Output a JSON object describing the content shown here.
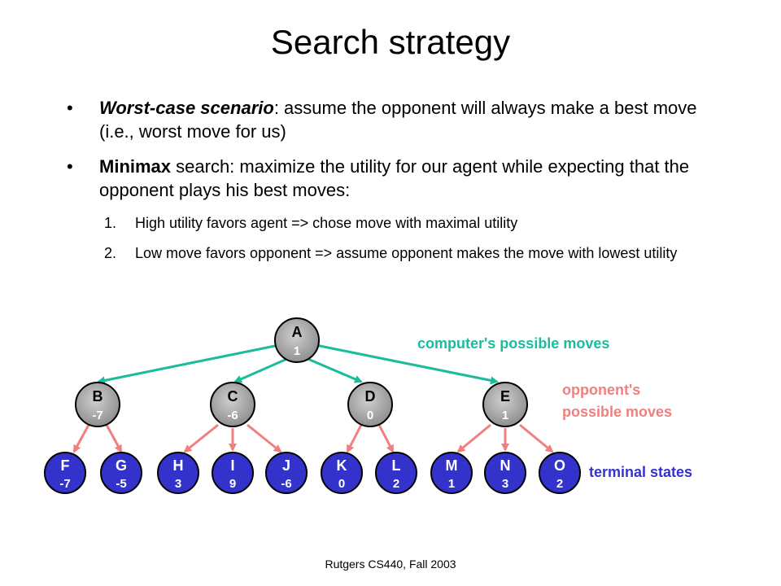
{
  "slide": {
    "title": "Search strategy",
    "bullets": [
      {
        "bold": "Worst-case scenario",
        "italic": true,
        "rest": ": assume the opponent will always make a best move (i.e., worst move for us)"
      },
      {
        "bold": "Minimax",
        "italic": false,
        "rest": " search: maximize the utility for our agent while expecting that the opponent plays his best moves:"
      }
    ],
    "subitems": [
      {
        "num": "1.",
        "text": "High utility favors agent  => chose move with maximal utility"
      },
      {
        "num": "2.",
        "text": "Low move favors opponent => assume opponent makes the move with lowest utility"
      }
    ],
    "bullet_char": "•",
    "footer": "Rutgers CS440, Fall 2003"
  },
  "tree": {
    "root": {
      "letter": "A",
      "value": "1"
    },
    "opponent": [
      {
        "letter": "B",
        "value": "-7"
      },
      {
        "letter": "C",
        "value": "-6"
      },
      {
        "letter": "D",
        "value": "0"
      },
      {
        "letter": "E",
        "value": "1"
      }
    ],
    "terminal": [
      {
        "letter": "F",
        "value": "-7"
      },
      {
        "letter": "G",
        "value": "-5"
      },
      {
        "letter": "H",
        "value": "3"
      },
      {
        "letter": "I",
        "value": "9"
      },
      {
        "letter": "J",
        "value": "-6"
      },
      {
        "letter": "K",
        "value": "0"
      },
      {
        "letter": "L",
        "value": "2"
      },
      {
        "letter": "M",
        "value": "1"
      },
      {
        "letter": "N",
        "value": "3"
      },
      {
        "letter": "O",
        "value": "2"
      }
    ],
    "legend": {
      "computer": "computer's possible moves",
      "opponent_line1": "opponent's",
      "opponent_line2": "possible moves",
      "terminal": "terminal states"
    },
    "colors": {
      "computer": "#1abc9c",
      "opponent": "#f08080",
      "terminal": "#3333cc",
      "node_gray": "#9a9a9a"
    }
  }
}
